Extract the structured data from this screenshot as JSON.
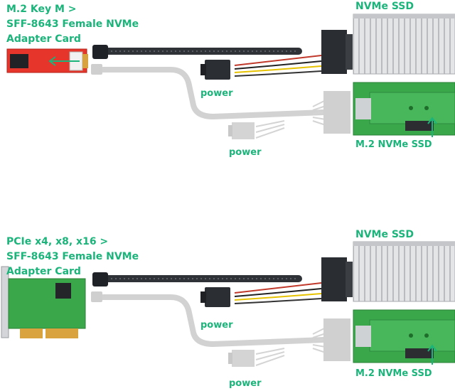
{
  "colors": {
    "label_green": "#1bb47a",
    "pcb_red": "#e6352b",
    "pcb_green": "#3aa84a",
    "heatsink": "#d9dadc",
    "cable_dark": "#2f3338",
    "cable_faded": "#c9c9c9"
  },
  "top_panel": {
    "adapter_title_lines": [
      "M.2 Key M >",
      "SFF-8643 Female NVMe",
      "Adapter Card"
    ],
    "ssd_top_label": "NVMe SSD",
    "ssd_m2_label": "M.2 NVMe SSD",
    "power_label_1": "power",
    "power_label_2": "power"
  },
  "bottom_panel": {
    "adapter_title_lines": [
      "PCIe x4, x8, x16 >",
      "SFF-8643 Female NVMe",
      "Adapter Card"
    ],
    "ssd_top_label": "NVMe SSD",
    "ssd_m2_label": "M.2 NVMe SSD",
    "power_label_1": "power",
    "power_label_2": "power"
  }
}
